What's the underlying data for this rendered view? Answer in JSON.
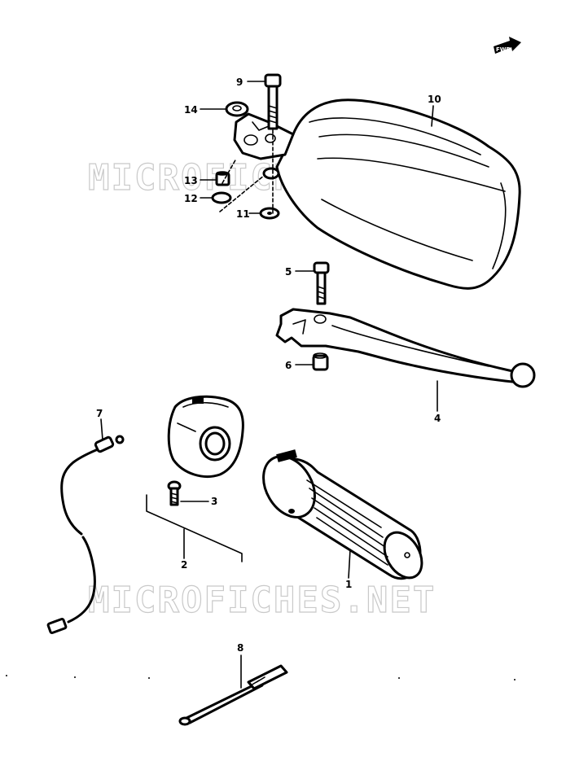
{
  "watermark": {
    "text": "MICROFICHES.NET"
  },
  "front_indicator": {
    "icon": "front-arrow-icon",
    "label": "FWD"
  },
  "parts": [
    {
      "id": "grip",
      "callout": "1"
    },
    {
      "id": "switch-housing",
      "callout": "2"
    },
    {
      "id": "housing-screw",
      "callout": "3"
    },
    {
      "id": "clutch-lever",
      "callout": "4"
    },
    {
      "id": "lever-pivot-bolt",
      "callout": "5"
    },
    {
      "id": "lever-pivot-nut",
      "callout": "6"
    },
    {
      "id": "clutch-switch-wire",
      "callout": "7"
    },
    {
      "id": "cable-strap",
      "callout": "8"
    },
    {
      "id": "mirror-bolt",
      "callout": "9"
    },
    {
      "id": "mirror",
      "callout": "10"
    },
    {
      "id": "washer-lower",
      "callout": "11"
    },
    {
      "id": "washer-upper",
      "callout": "12"
    },
    {
      "id": "mirror-nut",
      "callout": "13"
    },
    {
      "id": "rubber-cap",
      "callout": "14"
    }
  ]
}
